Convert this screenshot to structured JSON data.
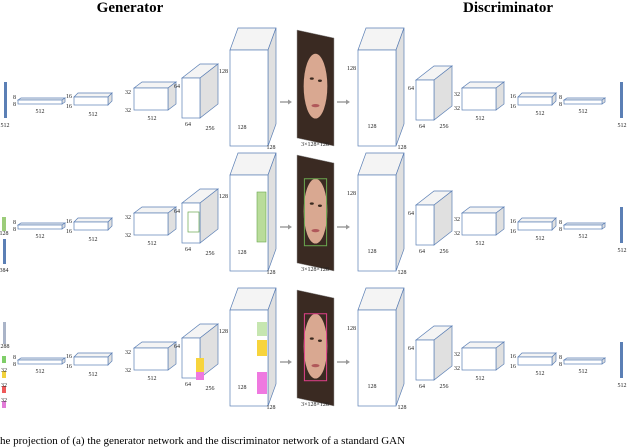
{
  "headings": {
    "generator": "Generator",
    "discriminator": "Discriminator"
  },
  "rows": [
    {
      "id": "row-1",
      "generator_labels": [
        "512",
        "8",
        "8",
        "512",
        "16",
        "16",
        "512",
        "32",
        "32",
        "512",
        "64",
        "64",
        "256",
        "128",
        "128",
        "128"
      ],
      "image_label": "3×128×128",
      "discriminator_labels": [
        "128",
        "128",
        "128",
        "64",
        "64",
        "256",
        "32",
        "32",
        "512",
        "16",
        "16",
        "512",
        "8",
        "8",
        "512",
        "512"
      ]
    },
    {
      "id": "row-2",
      "generator_labels": [
        "128",
        "384",
        "8",
        "8",
        "512",
        "16",
        "16",
        "512",
        "32",
        "32",
        "512",
        "64",
        "64",
        "256",
        "128",
        "128",
        "128"
      ],
      "image_label": "3×128×128",
      "discriminator_labels": [
        "128",
        "128",
        "128",
        "64",
        "64",
        "256",
        "32",
        "32",
        "512",
        "16",
        "16",
        "512",
        "8",
        "8",
        "512",
        "512"
      ]
    },
    {
      "id": "row-3",
      "generator_labels": [
        "288",
        "32",
        "32",
        "32",
        "8",
        "8",
        "512",
        "16",
        "16",
        "512",
        "32",
        "32",
        "512",
        "64",
        "64",
        "256",
        "128",
        "128",
        "128"
      ],
      "image_label": "3×128×128",
      "discriminator_labels": [
        "128",
        "128",
        "128",
        "64",
        "64",
        "256",
        "32",
        "32",
        "512",
        "16",
        "16",
        "512",
        "8",
        "8",
        "512",
        "512"
      ]
    }
  ],
  "caption": "he projection of (a) the generator network and the discriminator network of a standard GAN"
}
